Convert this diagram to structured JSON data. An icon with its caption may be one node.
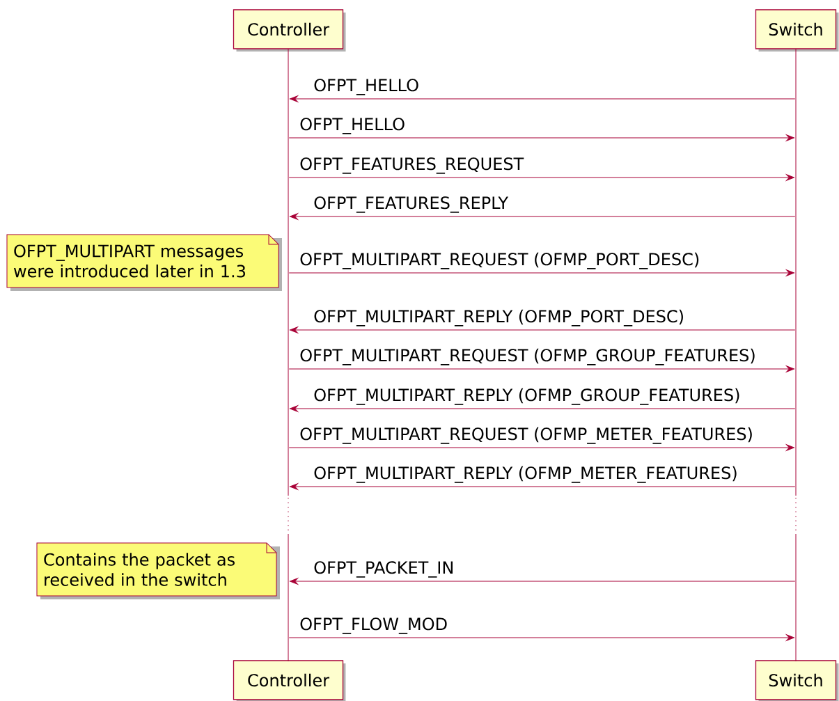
{
  "diagram": {
    "nodes": [
      {
        "text": [
          "Controller"
        ]
      },
      {
        "text": [
          "Switch"
        ]
      },
      {
        "text": [
          "Controller"
        ]
      },
      {
        "text": [
          "Switch"
        ]
      },
      {
        "text": [
          "OFPT_MULTIPART messages were introduced later in 1.3"
        ]
      },
      {
        "text": [
          "Contains the packet as received in the switch"
        ]
      },
      {
        "text": [],
        "shape": "line"
      },
      {
        "text": [],
        "shape": "line"
      }
    ],
    "edges": [
      {
        "from": 7,
        "to": 6,
        "arrow": "to",
        "label": "OFPT_HELLO"
      },
      {
        "from": 6,
        "to": 7,
        "arrow": "to",
        "label": "OFPT_HELLO"
      },
      {
        "from": 6,
        "to": 7,
        "arrow": "to",
        "label": "OFPT_FEATURES_REQUEST"
      },
      {
        "from": 7,
        "to": 6,
        "arrow": "to",
        "label": "OFPT_FEATURES_REPLY"
      },
      {
        "from": 6,
        "to": 7,
        "arrow": "to",
        "label": "OFPT_MULTIPART_REQUEST (OFMP_PORT_DESC)"
      },
      {
        "from": 7,
        "to": 6,
        "arrow": "to",
        "label": "OFPT_MULTIPART_REPLY (OFMP_PORT_DESC)"
      },
      {
        "from": 6,
        "to": 7,
        "arrow": "to",
        "label": "OFPT_MULTIPART_REQUEST (OFMP_GROUP_FEATURES)"
      },
      {
        "from": 7,
        "to": 6,
        "arrow": "to",
        "label": "OFPT_MULTIPART_REPLY (OFMP_GROUP_FEATURES)"
      },
      {
        "from": 6,
        "to": 7,
        "arrow": "to",
        "label": "OFPT_MULTIPART_REQUEST (OFMP_METER_FEATURES)"
      },
      {
        "from": 7,
        "to": 6,
        "arrow": "to",
        "label": "OFPT_MULTIPART_REPLY (OFMP_METER_FEATURES)"
      },
      {
        "from": 7,
        "to": 6,
        "arrow": "to",
        "label": "OFPT_PACKET_IN"
      },
      {
        "from": 6,
        "to": 7,
        "arrow": "to",
        "label": "OFPT_FLOW_MOD"
      }
    ]
  }
}
